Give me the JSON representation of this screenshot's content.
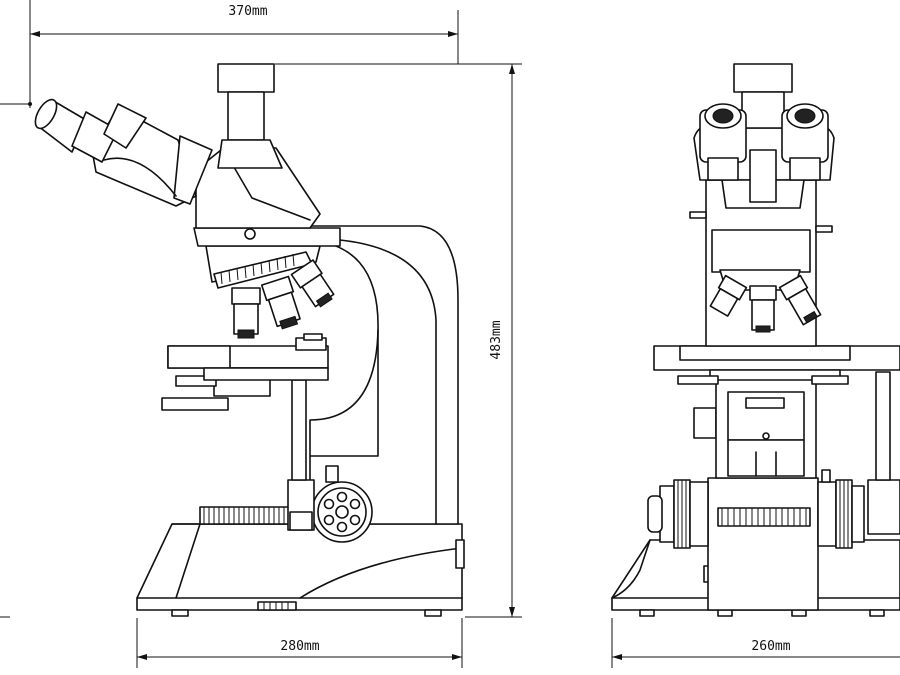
{
  "dimensions": {
    "overall_width": "370mm",
    "overall_height": "483mm",
    "side_base_width": "280mm",
    "front_base_width": "260mm"
  },
  "views": {
    "side": {
      "icon": "microscope-side-view-icon"
    },
    "front": {
      "icon": "microscope-front-view-icon"
    }
  },
  "colors": {
    "line": "#111111",
    "background": "#ffffff"
  }
}
